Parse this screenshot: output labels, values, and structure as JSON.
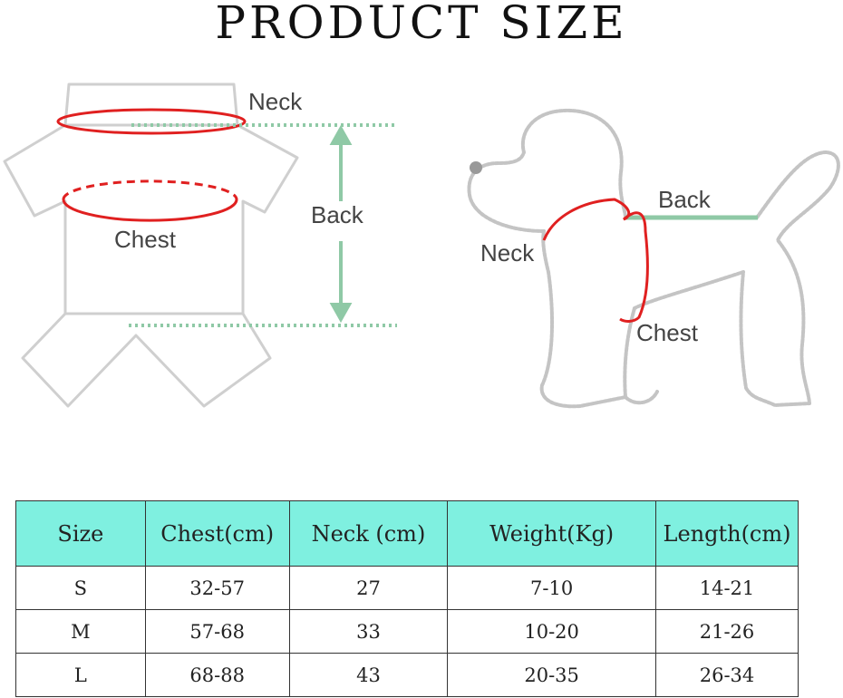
{
  "title": "PRODUCT SIZE",
  "shirt_labels": {
    "neck": "Neck",
    "back": "Back",
    "chest": "Chest"
  },
  "dog_labels": {
    "back": "Back",
    "neck": "Neck",
    "chest": "Chest"
  },
  "colors": {
    "measure_line": "#e02020",
    "back_line": "#8fc9a6",
    "header_bg": "#7ff0e0",
    "outline": "#c8c8c8"
  },
  "table": {
    "headers": [
      "Size",
      "Chest(cm)",
      "Neck (cm)",
      "Weight(Kg)",
      "Length(cm)"
    ],
    "rows": [
      [
        "S",
        "32-57",
        "27",
        "7-10",
        "14-21"
      ],
      [
        "M",
        "57-68",
        "33",
        "10-20",
        "21-26"
      ],
      [
        "L",
        "68-88",
        "43",
        "20-35",
        "26-34"
      ]
    ]
  }
}
